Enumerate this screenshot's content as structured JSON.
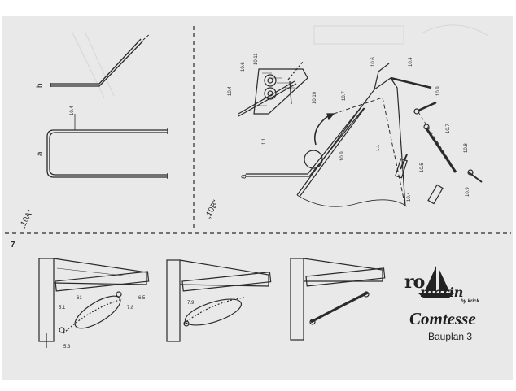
{
  "sheet": {
    "step_number": "7",
    "brand": {
      "ro": "ro",
      "marin": "marin",
      "by": "by krick"
    },
    "model_name": "Comtesse",
    "plan_title": "Bauplan 3"
  },
  "panel_10a": {
    "title": "„10A“",
    "label_b": "b",
    "label_a": "a",
    "part_label": "10.4"
  },
  "panel_10b": {
    "title": "„10B“",
    "label_a": "a",
    "parts": {
      "p10_4_left": "10.4",
      "p10_6_left": "10.6",
      "p10_11": "10.11",
      "p10_10": "10.10",
      "p1_1_left": "1.1",
      "p10_7_mid": "10.7",
      "p10_9_mid": "10.9",
      "p1_1_mid": "1.1",
      "p10_6_top": "10.6",
      "p10_4_top": "10.4",
      "p10_9_right": "10.9",
      "p10_7_right": "10.7",
      "p10_8": "10.8",
      "p10_5": "10.5",
      "p10_4_bottom": "10.4",
      "p10_9_bottom": "10.9"
    }
  },
  "step7_details": {
    "d1": {
      "p5_1": "5.1",
      "p61": "61",
      "p6_5": "6.5",
      "p7_8": "7.8",
      "p5_3": "5.3"
    },
    "d2": {
      "p7_9": "7.9"
    }
  },
  "colors": {
    "ink": "#2a2a2a",
    "paper": "#e9e9e9",
    "background": "#ffffff"
  }
}
